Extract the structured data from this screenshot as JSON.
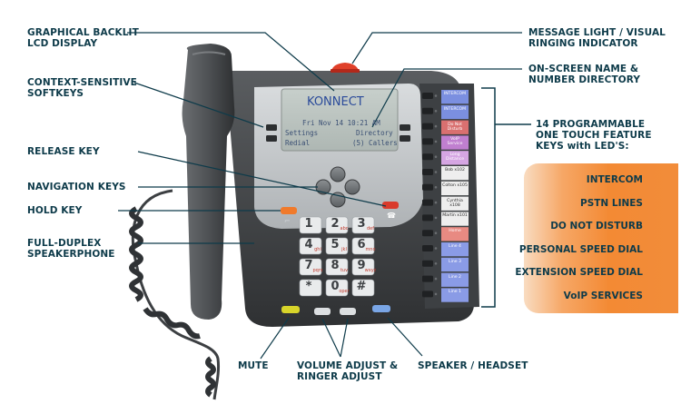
{
  "callouts": {
    "graphical_backlit": "GRAPHICAL BACKLIT",
    "lcd_display": "LCD DISPLAY",
    "context_sensitive": "CONTEXT-SENSITIVE",
    "softkeys": "SOFTKEYS",
    "release_key": "RELEASE KEY",
    "navigation_keys": "NAVIGATION KEYS",
    "hold_key": "HOLD KEY",
    "full_duplex": "FULL-DUPLEX",
    "speakerphone": "SPEAKERPHONE",
    "message_light": "MESSAGE LIGHT / VISUAL",
    "ringing_indicator": "RINGING INDICATOR",
    "on_screen_name": "ON-SCREEN NAME &",
    "number_directory": "NUMBER DIRECTORY",
    "programmable_1": "14 PROGRAMMABLE",
    "programmable_2": "ONE TOUCH FEATURE",
    "programmable_3": "KEYS with LED'S:",
    "mute": "MUTE",
    "volume_adjust": "VOLUME ADJUST &",
    "ringer_adjust": "RINGER ADJUST",
    "speaker_headset": "SPEAKER / HEADSET"
  },
  "features": [
    "INTERCOM",
    "PSTN LINES",
    "DO NOT DISTURB",
    "PERSONAL SPEED DIAL",
    "EXTENSION SPEED DIAL",
    "VoIP SERVICES"
  ],
  "lcd": {
    "brand": "KONNECT",
    "datetime": "Fri Nov 14 10:21 AM",
    "soft_left_1": "Settings",
    "soft_right_1": "Directory",
    "soft_left_2": "Redial",
    "soft_right_2": "(5) Callers"
  },
  "feature_keys": [
    {
      "label": "INTERCOM",
      "color": "#7b8fe0"
    },
    {
      "label": "INTERCOM",
      "color": "#7b8fe0"
    },
    {
      "label": "Do Not Disturb",
      "color": "#d97070"
    },
    {
      "label": "VoIP Service",
      "color": "#c07fd0"
    },
    {
      "label": "Long Distance",
      "color": "#d6a6e3"
    },
    {
      "label": "Bob x102",
      "color": "#eeeeee"
    },
    {
      "label": "Colton x105",
      "color": "#eeeeee"
    },
    {
      "label": "Cynthia x108",
      "color": "#eeeeee"
    },
    {
      "label": "Martin x101",
      "color": "#eeeeee"
    },
    {
      "label": "Home",
      "color": "#e88a82"
    },
    {
      "label": "Line 4",
      "color": "#8a9be6"
    },
    {
      "label": "Line 3",
      "color": "#8a9be6"
    },
    {
      "label": "Line 2",
      "color": "#8a9be6"
    },
    {
      "label": "Line 1",
      "color": "#8a9be6"
    }
  ],
  "keypad": [
    {
      "d": "1",
      "s": ""
    },
    {
      "d": "2",
      "s": "abc"
    },
    {
      "d": "3",
      "s": "def"
    },
    {
      "d": "4",
      "s": "ghi"
    },
    {
      "d": "5",
      "s": "jkl"
    },
    {
      "d": "6",
      "s": "mno"
    },
    {
      "d": "7",
      "s": "pqrs"
    },
    {
      "d": "8",
      "s": "tuv"
    },
    {
      "d": "9",
      "s": "wxyz"
    },
    {
      "d": "*",
      "s": ""
    },
    {
      "d": "0",
      "s": "oper"
    },
    {
      "d": "#",
      "s": ""
    }
  ],
  "colors": {
    "label_text": "#0e3b4a",
    "hold_key": "#f07a2b",
    "release_key": "#d93a2b",
    "mute_key": "#d7d42a",
    "speaker_key": "#7aa6e6",
    "message_light": "#e0402a"
  }
}
